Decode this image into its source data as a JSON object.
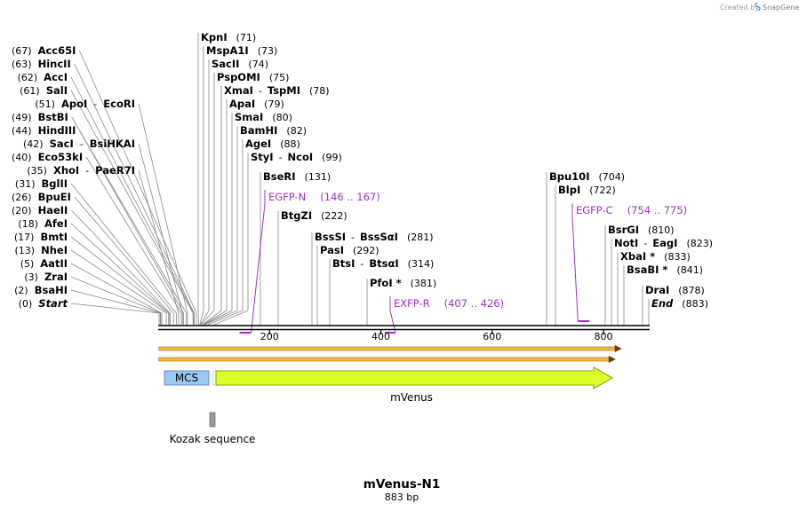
{
  "credit": {
    "prefix": "Created by",
    "brand": "SnapGene"
  },
  "title": "mVenus-N1",
  "subtitle": "883 bp",
  "colors": {
    "primer": "#a030c8",
    "orf_fill": "#f5b940",
    "orf_stroke": "#8a5a00",
    "mcs_fill": "#9ac8f5",
    "mvenus_fill": "#dcff26",
    "kozak_fill": "#9a9a9a"
  },
  "sequence_length": 883,
  "scale_ticks": [
    {
      "label": "200",
      "bp": 200
    },
    {
      "label": "400",
      "bp": 400
    },
    {
      "label": "600",
      "bp": 600
    },
    {
      "label": "800",
      "bp": 800
    }
  ],
  "sites": [
    {
      "pos": "(0)",
      "name": "Start",
      "italic": true,
      "bp": 0
    },
    {
      "pos": "(2)",
      "name": "BsaHI",
      "bp": 2
    },
    {
      "pos": "(3)",
      "name": "ZraI",
      "bp": 3
    },
    {
      "pos": "(5)",
      "name": "AatII",
      "bp": 5
    },
    {
      "pos": "(13)",
      "name": "NheI",
      "bp": 13
    },
    {
      "pos": "(17)",
      "name": "BmtI",
      "bp": 17
    },
    {
      "pos": "(18)",
      "name": "AfeI",
      "bp": 18
    },
    {
      "pos": "(20)",
      "name": "HaeII",
      "bp": 20
    },
    {
      "pos": "(26)",
      "name": "BpuEI",
      "bp": 26
    },
    {
      "pos": "(31)",
      "name": "BglII",
      "bp": 31
    },
    {
      "pos": "(35)",
      "name": "XhoI",
      "name2": "PaeR7I",
      "bp": 35
    },
    {
      "pos": "(40)",
      "name": "Eco53kI",
      "bp": 40
    },
    {
      "pos": "(42)",
      "name": "SacI",
      "name2": "BsiHKAI",
      "bp": 42
    },
    {
      "pos": "(44)",
      "name": "HindIII",
      "bp": 44
    },
    {
      "pos": "(49)",
      "name": "BstBI",
      "bp": 49
    },
    {
      "pos": "(51)",
      "name": "ApoI",
      "name2": "EcoRI",
      "bp": 51
    },
    {
      "pos": "(61)",
      "name": "SalI",
      "bp": 61
    },
    {
      "pos": "(62)",
      "name": "AccI",
      "bp": 62
    },
    {
      "pos": "(63)",
      "name": "HincII",
      "bp": 63
    },
    {
      "pos": "(67)",
      "name": "Acc65I",
      "bp": 67
    },
    {
      "name": "KpnI",
      "pos": "(71)",
      "bp": 71
    },
    {
      "name": "MspA1I",
      "pos": "(73)",
      "bp": 73
    },
    {
      "name": "SacII",
      "pos": "(74)",
      "bp": 74
    },
    {
      "name": "PspOMI",
      "pos": "(75)",
      "bp": 75
    },
    {
      "name": "XmaI",
      "name2": "TspMI",
      "pos": "(78)",
      "bp": 78
    },
    {
      "name": "ApaI",
      "pos": "(79)",
      "bp": 79
    },
    {
      "name": "SmaI",
      "pos": "(80)",
      "bp": 80
    },
    {
      "name": "BamHI",
      "pos": "(82)",
      "bp": 82
    },
    {
      "name": "AgeI",
      "pos": "(88)",
      "bp": 88
    },
    {
      "name": "StyI",
      "name2": "NcoI",
      "pos": "(99)",
      "bp": 99
    },
    {
      "name": "BseRI",
      "pos": "(131)",
      "bp": 131
    },
    {
      "name": "BtgZI",
      "pos": "(222)",
      "bp": 222
    },
    {
      "name": "BssSI",
      "name2": "BssSαI",
      "pos": "(281)",
      "bp": 281
    },
    {
      "name": "PasI",
      "pos": "(292)",
      "bp": 292
    },
    {
      "name": "BtsI",
      "name2": "BtsαI",
      "pos": "(314)",
      "bp": 314
    },
    {
      "name": "PfoI *",
      "pos": "(381)",
      "bp": 381
    },
    {
      "name": "Bpu10I",
      "pos": "(704)",
      "bp": 704
    },
    {
      "name": "BlpI",
      "pos": "(722)",
      "bp": 722
    },
    {
      "name": "BsrGI",
      "pos": "(810)",
      "bp": 810
    },
    {
      "name": "NotI",
      "name2": "EagI",
      "pos": "(823)",
      "bp": 823
    },
    {
      "name": "XbaI *",
      "pos": "(833)",
      "bp": 833
    },
    {
      "name": "BsaBI *",
      "pos": "(841)",
      "bp": 841
    },
    {
      "name": "DraI",
      "pos": "(878)",
      "bp": 878
    },
    {
      "name": "End",
      "italic": true,
      "pos": "(883)",
      "bp": 883
    }
  ],
  "primers": [
    {
      "name": "EGFP-N",
      "range": "(146 .. 167)",
      "start": 146,
      "end": 167,
      "direction": "reverse"
    },
    {
      "name": "EXFP-R",
      "range": "(407 .. 426)",
      "start": 407,
      "end": 426,
      "direction": "reverse"
    },
    {
      "name": "EGFP-C",
      "range": "(754 .. 775)",
      "start": 754,
      "end": 775,
      "direction": "forward"
    }
  ],
  "features": [
    {
      "name": "ORF 1",
      "type": "orf",
      "start": 1,
      "end": 833
    },
    {
      "name": "ORF 2",
      "type": "orf",
      "start": 1,
      "end": 822
    },
    {
      "name": "MCS",
      "type": "misc",
      "start": 13,
      "end": 95
    },
    {
      "name": "mVenus",
      "type": "cds",
      "start": 100,
      "end": 822
    },
    {
      "name": "Kozak sequence",
      "type": "regulatory",
      "start": 91,
      "end": 100
    }
  ]
}
